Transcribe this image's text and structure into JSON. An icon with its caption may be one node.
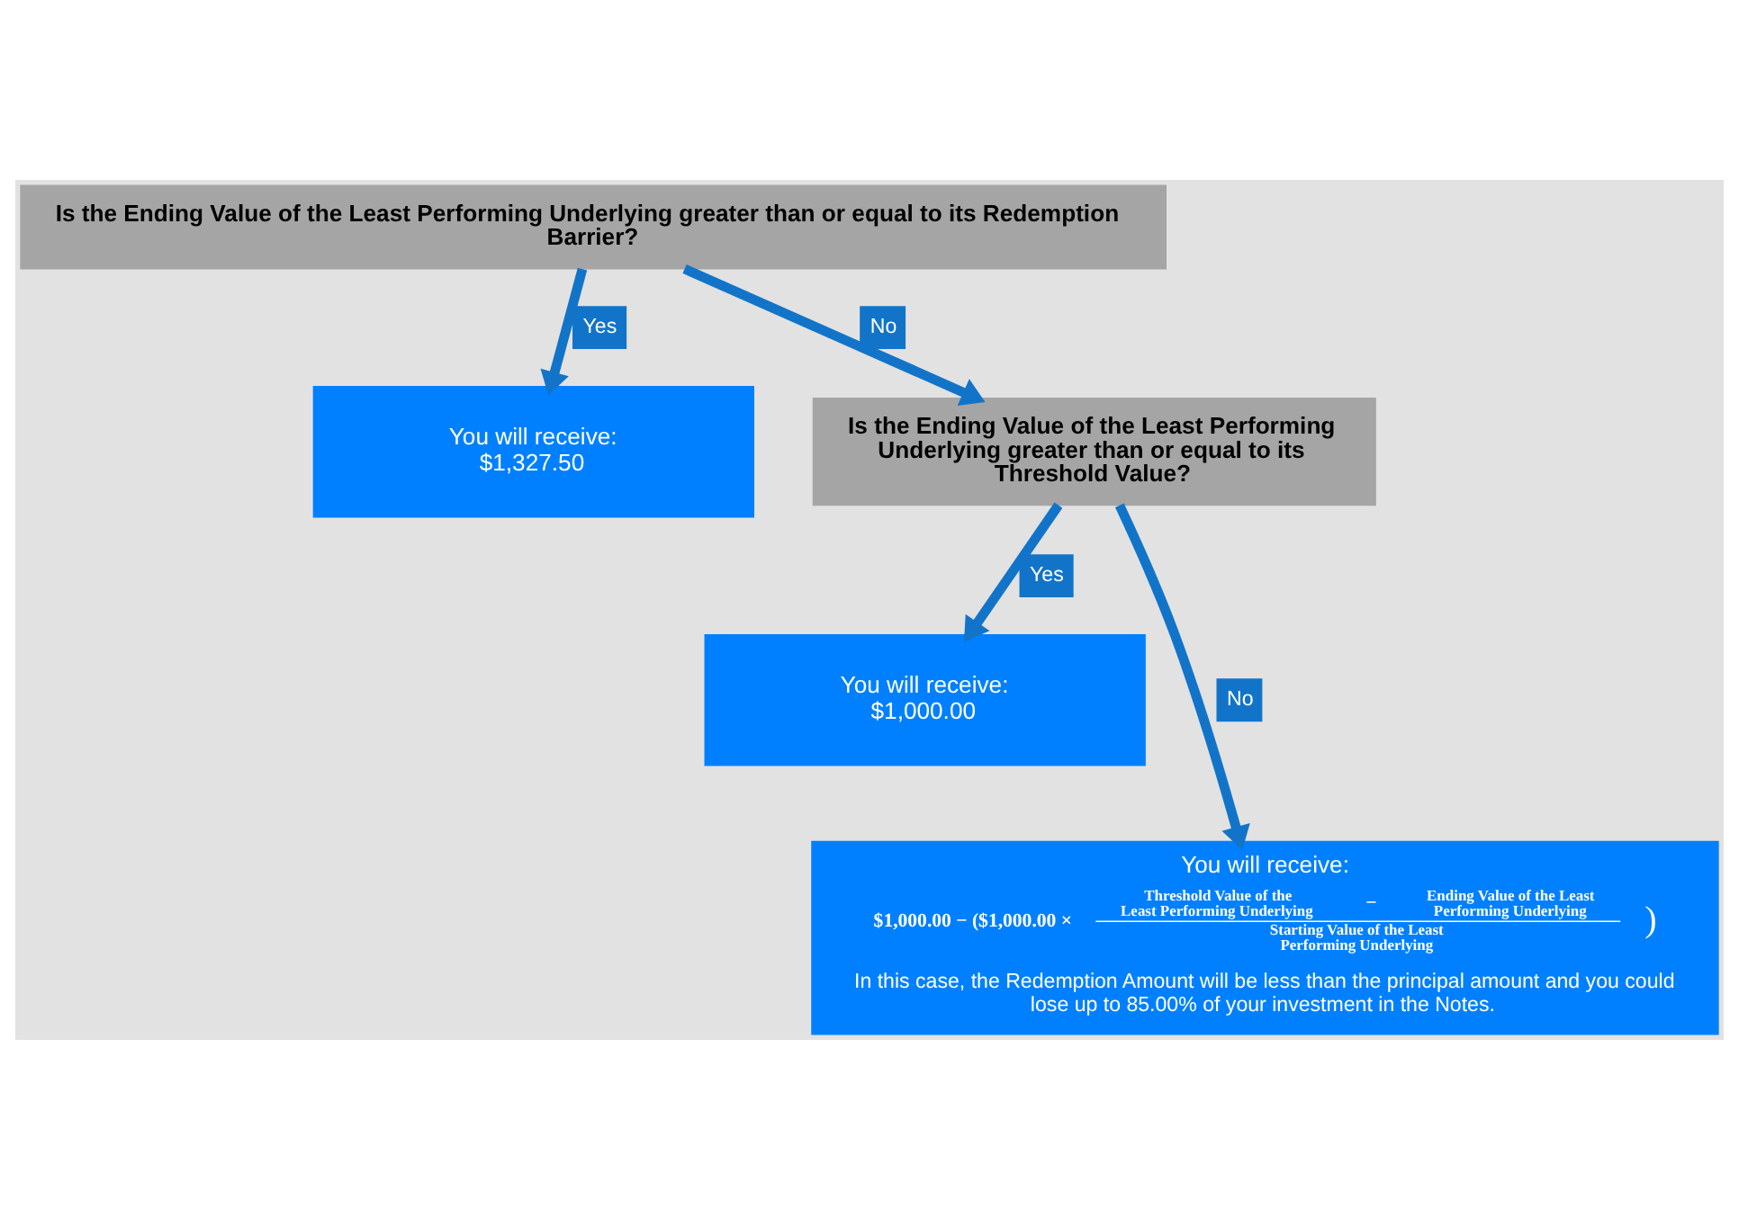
{
  "diagram": {
    "nodes": [
      {
        "text": [
          "Is the Ending Value of the Least Performing Underlying greater than or equal to its Redemption Barrier?"
        ]
      },
      {
        "text": [
          "You will receive:",
          "$1,327.50"
        ]
      },
      {
        "text": [
          "Is the Ending Value of the Least Performing Underlying greater than or equal to its Threshold Value?"
        ]
      },
      {
        "text": [
          "You will receive:",
          "$1,000.00"
        ]
      },
      {
        "text": [
          "You will receive:",
          "$1,000.00 − ($1,000.00 ×",
          "Threshold Value of the Least Performing Underlying",
          "−",
          "Ending Value of the Least Performing Underlying",
          "Starting Value of the Least Performing Underlying",
          ")",
          "In this case, the Redemption Amount will be less than the principal amount and you could lose up to 85.00% of your investment in the Notes."
        ]
      }
    ],
    "edges": [
      {
        "from": 0,
        "to": 1,
        "arrow": "to",
        "label": "Yes"
      },
      {
        "from": 0,
        "to": 2,
        "arrow": "to",
        "label": "No"
      },
      {
        "from": 2,
        "to": 3,
        "arrow": "to",
        "label": "Yes"
      },
      {
        "from": 2,
        "to": 4,
        "arrow": "to",
        "label": "No"
      }
    ]
  }
}
